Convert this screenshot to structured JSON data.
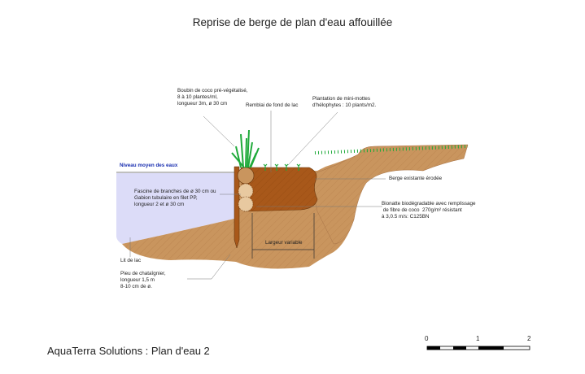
{
  "title": "Reprise de berge de plan d'eau affouillée",
  "footer": "AquaTerra Solutions : Plan d'eau 2",
  "labels": {
    "water_level": "Niveau moyen des eaux",
    "coir_roll": "Boubin de coco pré-végétalisé,\n8 à 10 plantes/ml,\nlongueur 3m, ø 30 cm",
    "fill": "Remblai de fond de lac",
    "plantation": "Plantation de mini-mottes\nd'hélophytes : 10 plants/m2.",
    "fascine": "Fascine de branches de ø 30 cm ou\nGabion tubulaire en filet PP,\nlongueur 2 et ø 30 cm",
    "eroded_bank": "Berge existante érodée",
    "mat": "Bionatte biodégradable avec remplissage\n de fibre de coco  270g/m² résistant\nà 3,0.5 m/s: C125BN",
    "width": "Largeur variable",
    "lake_bed": "Lit de lac",
    "stake": "Pieu de chataîgnier,\nlongueur 1,5 m\n8-10 cm de ø."
  },
  "scale": {
    "ticks": [
      "0",
      "1",
      "2"
    ]
  },
  "colors": {
    "water": "#dcdcf8",
    "soil": "#c9955e",
    "fill": "#a8581a",
    "plant": "#1faa3a",
    "water_text": "#1a2fb0"
  }
}
